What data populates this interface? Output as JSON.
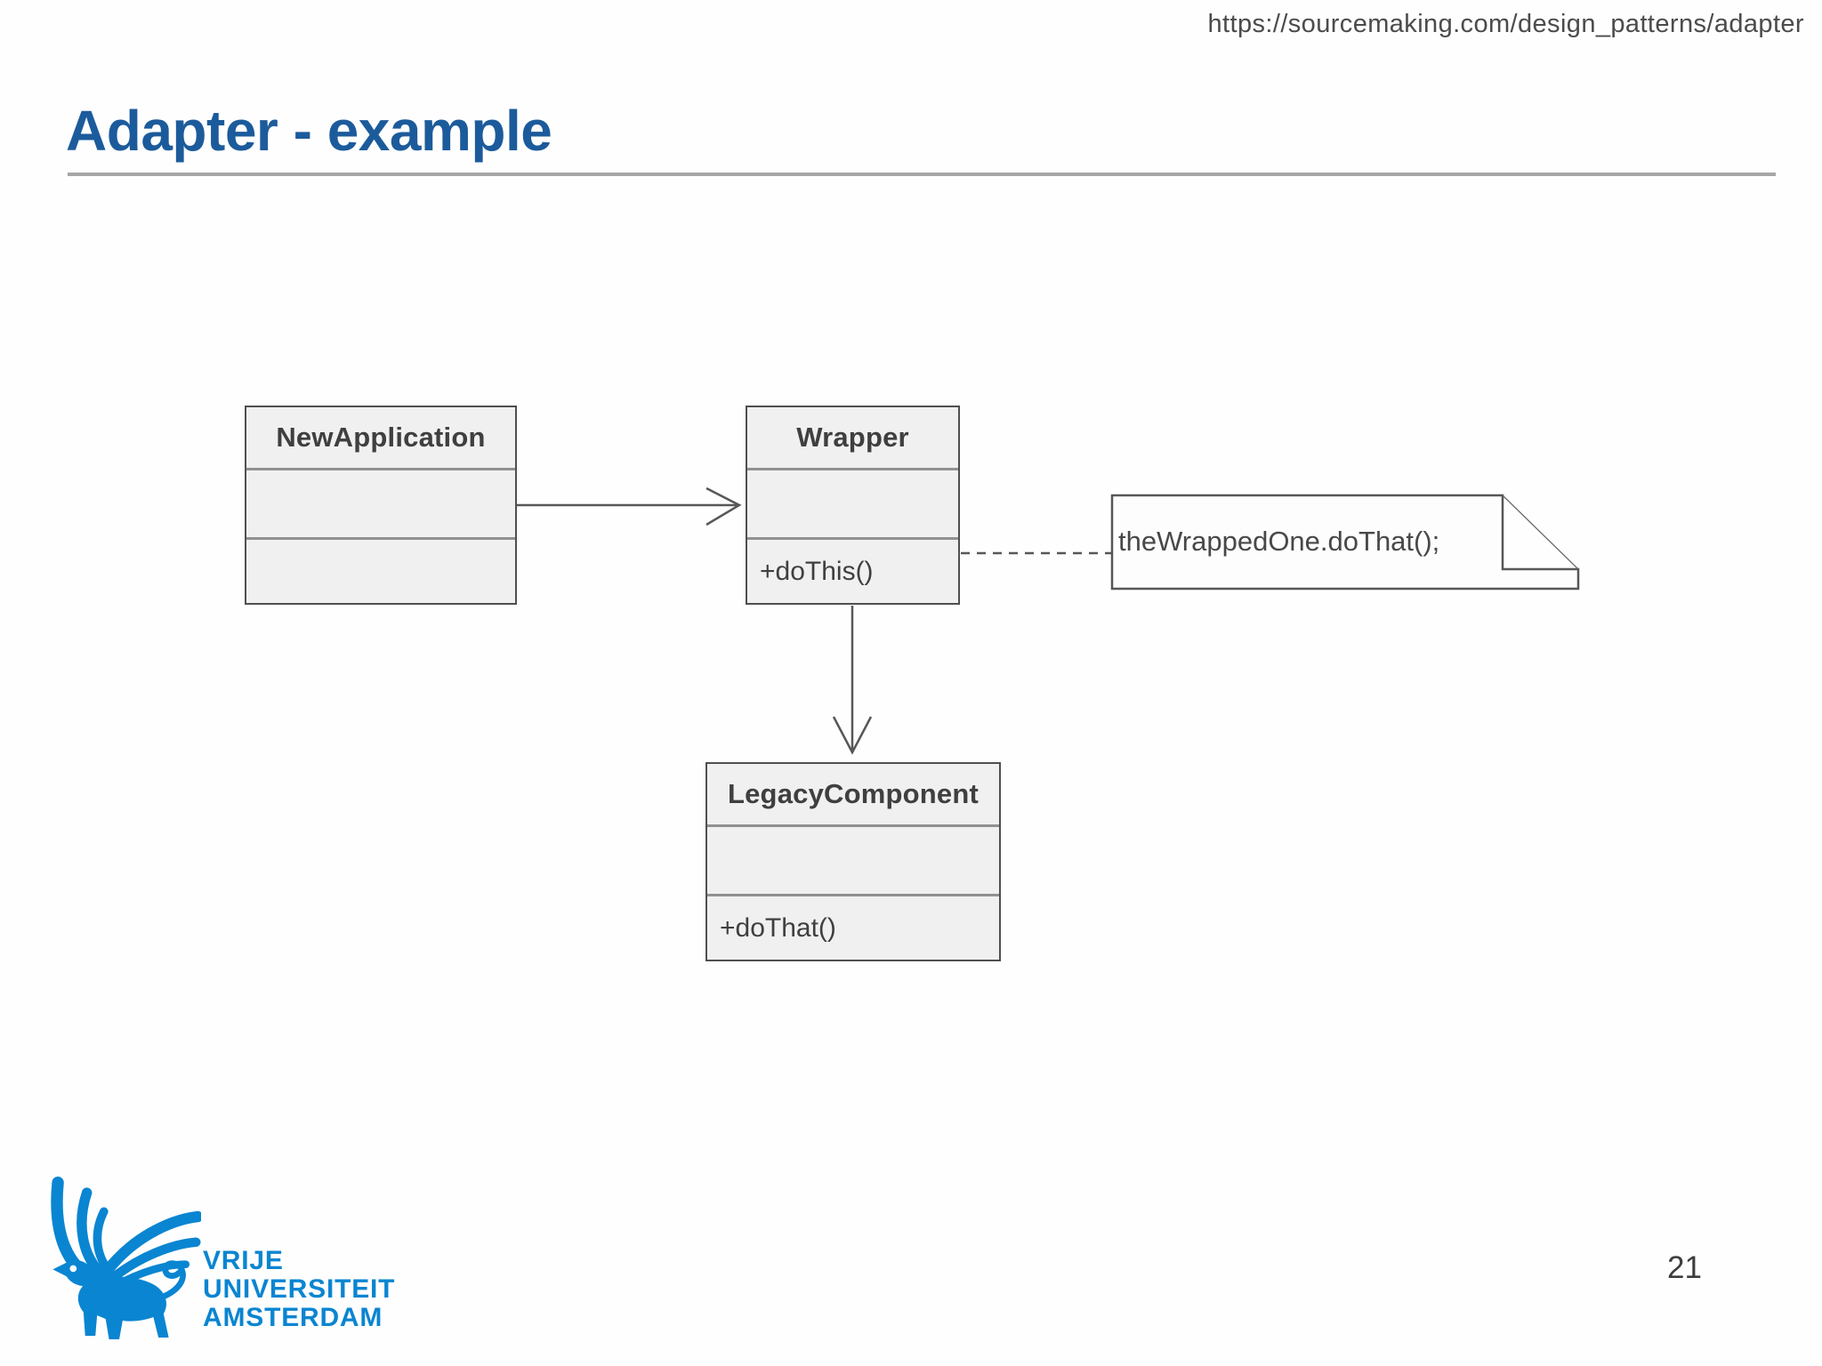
{
  "header": {
    "source_url": "https://sourcemaking.com/design_patterns/adapter",
    "title": "Adapter - example"
  },
  "diagram": {
    "type": "uml-class-diagram",
    "classes": [
      {
        "name": "NewApplication",
        "attributes": "",
        "methods": ""
      },
      {
        "name": "Wrapper",
        "attributes": "",
        "methods": "+doThis()"
      },
      {
        "name": "LegacyComponent",
        "attributes": "",
        "methods": "+doThat()"
      }
    ],
    "note": {
      "text": "theWrappedOne.doThat();"
    },
    "relations": [
      {
        "from": "NewApplication",
        "to": "Wrapper",
        "style": "solid-line-open-arrow",
        "direction": "right"
      },
      {
        "from": "Wrapper",
        "to": "LegacyComponent",
        "style": "solid-line-open-arrow",
        "direction": "down"
      },
      {
        "from": "Wrapper",
        "to": "note",
        "style": "dashed-line",
        "direction": "right"
      }
    ]
  },
  "footer": {
    "logo_icon": "vu-griffin-winged-lion",
    "logo_lines": [
      "VRIJE",
      "UNIVERSITEIT",
      "AMSTERDAM"
    ],
    "page_number": "21"
  },
  "colors": {
    "title_blue": "#1c5b9b",
    "vu_brand_blue": "#0a85d1",
    "box_fill": "#f0f0f0",
    "box_border": "#4f4f4f",
    "compartment_separator": "#919191",
    "connector_gray": "#575757",
    "rule_gray": "#a6a6a6"
  }
}
